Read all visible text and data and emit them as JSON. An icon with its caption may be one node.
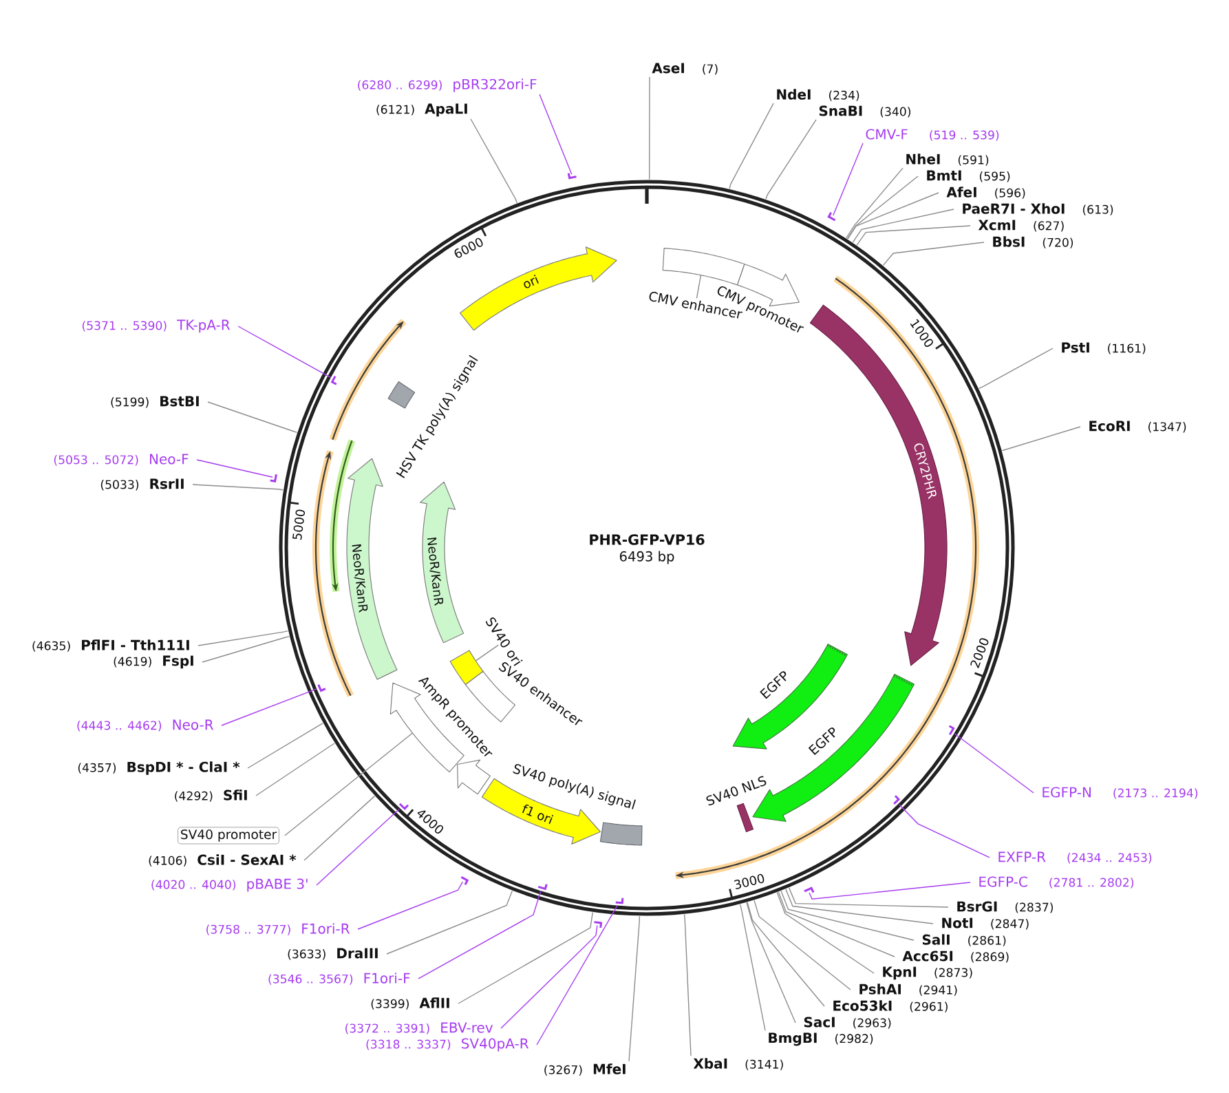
{
  "diagram": {
    "title": "PHR-GFP-VP16",
    "nodes": [
      {
        "text": [
          "AseI",
          "(7)"
        ]
      },
      {
        "text": [
          "NdeI",
          "(234)"
        ]
      },
      {
        "text": [
          "SnaBI",
          "(340)"
        ]
      },
      {
        "text": [
          "CMV-F",
          "(519 .. 539)"
        ]
      },
      {
        "text": [
          "NheI",
          "(591)"
        ]
      },
      {
        "text": [
          "BmtI",
          "(595)"
        ]
      },
      {
        "text": [
          "AfeI",
          "(596)"
        ]
      },
      {
        "text": [
          "PaeR7I - XhoI",
          "(613)"
        ]
      },
      {
        "text": [
          "XcmI",
          "(627)"
        ]
      },
      {
        "text": [
          "BbsI",
          "(720)"
        ]
      },
      {
        "text": [
          "PstI",
          "(1161)"
        ]
      },
      {
        "text": [
          "EcoRI",
          "(1347)"
        ]
      },
      {
        "text": [
          "EGFP-N",
          "(2173 .. 2194)"
        ]
      },
      {
        "text": [
          "EXFP-R",
          "(2434 .. 2453)"
        ]
      },
      {
        "text": [
          "EGFP-C",
          "(2781 .. 2802)"
        ]
      },
      {
        "text": [
          "BsrGI",
          "(2837)"
        ]
      },
      {
        "text": [
          "NotI",
          "(2847)"
        ]
      },
      {
        "text": [
          "SalI",
          "(2861)"
        ]
      },
      {
        "text": [
          "Acc65I",
          "(2869)"
        ]
      },
      {
        "text": [
          "KpnI",
          "(2873)"
        ]
      },
      {
        "text": [
          "PshAI",
          "(2941)"
        ]
      },
      {
        "text": [
          "Eco53kI",
          "(2961)"
        ]
      },
      {
        "text": [
          "SacI",
          "(2963)"
        ]
      },
      {
        "text": [
          "BmgBI",
          "(2982)"
        ]
      },
      {
        "text": [
          "XbaI",
          "(3141)"
        ]
      },
      {
        "text": [
          "(3267)",
          "MfeI"
        ]
      },
      {
        "text": [
          "(3318 .. 3337)",
          "SV40pA-R"
        ]
      },
      {
        "text": [
          "(3372 .. 3391)",
          "EBV-rev"
        ]
      },
      {
        "text": [
          "(3399)",
          "AflII"
        ]
      },
      {
        "text": [
          "(3546 .. 3567)",
          "F1ori-F"
        ]
      },
      {
        "text": [
          "(3633)",
          "DraIII"
        ]
      },
      {
        "text": [
          "(3758 .. 3777)",
          "F1ori-R"
        ]
      },
      {
        "text": [
          "(4020 .. 4040)",
          "pBABE 3'"
        ]
      },
      {
        "text": [
          "(4106)",
          "CsiI - SexAI *"
        ]
      },
      {
        "text": [
          "SV40 promoter"
        ]
      },
      {
        "text": [
          "(4292)",
          "SfiI"
        ]
      },
      {
        "text": [
          "(4357)",
          "BspDI * - ClaI *"
        ]
      },
      {
        "text": [
          "(4443 .. 4462)",
          "Neo-R"
        ]
      },
      {
        "text": [
          "(4619)",
          "FspI"
        ]
      },
      {
        "text": [
          "(4635)",
          "PflFI - Tth111I"
        ]
      },
      {
        "text": [
          "(5033)",
          "RsrII"
        ]
      },
      {
        "text": [
          "(5053 .. 5072)",
          "Neo-F"
        ]
      },
      {
        "text": [
          "(5199)",
          "BstBI"
        ]
      },
      {
        "text": [
          "(5371 .. 5390)",
          "TK-pA-R"
        ]
      },
      {
        "text": [
          "(6121)",
          "ApaLI"
        ]
      },
      {
        "text": [
          "(6280 .. 6299)",
          "pBR322ori-F"
        ]
      },
      {
        "text": [],
        "shape": "circle"
      },
      {
        "text": [],
        "shape": "box",
        "in": 46
      },
      {
        "text": [
          "CMV enhancer"
        ],
        "in": 46
      },
      {
        "text": [
          "CMV promoter"
        ],
        "in": 46
      },
      {
        "text": [
          "CRY2PHR"
        ],
        "in": 46
      },
      {
        "text": [
          "EGFP"
        ],
        "in": 46
      },
      {
        "text": [
          "EGFP"
        ],
        "in": 46
      },
      {
        "text": [
          "SV40 NLS"
        ],
        "in": 46
      },
      {
        "text": [
          "SV40 poly(A) signal"
        ],
        "in": 46
      },
      {
        "text": [
          "f1 ori"
        ],
        "in": 46
      },
      {
        "text": [
          "AmpR promoter"
        ],
        "in": 46
      },
      {
        "text": [
          "SV40 enhancer"
        ],
        "in": 46
      },
      {
        "text": [],
        "shape": "box",
        "in": 46
      },
      {
        "text": [
          "SV40 ori"
        ],
        "in": 46
      },
      {
        "text": [
          "NeoR/KanR"
        ],
        "in": 46
      },
      {
        "text": [
          "NeoR/KanR"
        ],
        "in": 46
      },
      {
        "text": [
          "HSV TK poly(A) signal"
        ],
        "in": 46
      },
      {
        "text": [
          "ori"
        ],
        "in": 46
      },
      {
        "text": [],
        "shape": "arrow",
        "in": 46
      },
      {
        "text": [],
        "shape": "bar",
        "in": 46
      },
      {
        "text": [],
        "shape": "bar",
        "in": 46
      },
      {
        "text": [],
        "shape": "bar",
        "in": 46
      },
      {
        "text": [],
        "shape": "bar",
        "in": 46
      },
      {
        "text": [],
        "shape": "bar",
        "in": 46
      },
      {
        "text": [],
        "shape": "bar"
      },
      {
        "text": [],
        "shape": "bar",
        "in": 46
      },
      {
        "text": [],
        "shape": "bar",
        "in": 46
      },
      {
        "text": [],
        "shape": "bar",
        "in": 46
      },
      {
        "text": [],
        "shape": "bar",
        "in": 46
      },
      {
        "text": [],
        "shape": "bar"
      },
      {
        "text": [],
        "shape": "bar",
        "in": 46
      },
      {
        "text": [],
        "shape": "bar"
      }
    ],
    "edges": [
      {
        "from": 0,
        "to": 46,
        "arrow": "none"
      },
      {
        "from": 1,
        "to": 46,
        "arrow": "none"
      },
      {
        "from": 2,
        "to": 46,
        "arrow": "none"
      },
      {
        "from": 3,
        "to": 65,
        "arrow": "none",
        "color": "#a63cf0"
      },
      {
        "from": 4,
        "to": 46,
        "arrow": "none"
      },
      {
        "from": 5,
        "to": 46,
        "arrow": "none"
      },
      {
        "from": 6,
        "to": 46,
        "arrow": "none"
      },
      {
        "from": 7,
        "to": 46,
        "arrow": "none"
      },
      {
        "from": 8,
        "to": 46,
        "arrow": "none"
      },
      {
        "from": 9,
        "to": 46,
        "arrow": "none"
      },
      {
        "from": 10,
        "to": 46,
        "arrow": "none"
      },
      {
        "from": 11,
        "to": 46,
        "arrow": "none"
      },
      {
        "from": 12,
        "to": 66,
        "arrow": "none",
        "color": "#a63cf0"
      },
      {
        "from": 13,
        "to": 67,
        "arrow": "none",
        "color": "#a63cf0"
      },
      {
        "from": 14,
        "to": 68,
        "arrow": "none",
        "color": "#a63cf0"
      },
      {
        "from": 15,
        "to": 46,
        "arrow": "none"
      },
      {
        "from": 16,
        "to": 46,
        "arrow": "none"
      },
      {
        "from": 17,
        "to": 46,
        "arrow": "none"
      },
      {
        "from": 18,
        "to": 46,
        "arrow": "none"
      },
      {
        "from": 19,
        "to": 46,
        "arrow": "none"
      },
      {
        "from": 20,
        "to": 46,
        "arrow": "none"
      },
      {
        "from": 21,
        "to": 46,
        "arrow": "none"
      },
      {
        "from": 22,
        "to": 46,
        "arrow": "none"
      },
      {
        "from": 23,
        "to": 46,
        "arrow": "none"
      },
      {
        "from": 24,
        "to": 46,
        "arrow": "none"
      },
      {
        "from": 25,
        "to": 46,
        "arrow": "none"
      },
      {
        "from": 26,
        "to": 69,
        "arrow": "none",
        "color": "#a63cf0"
      },
      {
        "from": 27,
        "to": 70,
        "arrow": "none",
        "color": "#a63cf0"
      },
      {
        "from": 28,
        "to": 46,
        "arrow": "none"
      },
      {
        "from": 29,
        "to": 71,
        "arrow": "none",
        "color": "#a63cf0"
      },
      {
        "from": 30,
        "to": 46,
        "arrow": "none"
      },
      {
        "from": 31,
        "to": 72,
        "arrow": "none",
        "color": "#a63cf0"
      },
      {
        "from": 32,
        "to": 73,
        "arrow": "none",
        "color": "#a63cf0"
      },
      {
        "from": 33,
        "to": 46,
        "arrow": "none"
      },
      {
        "from": 34,
        "to": 64,
        "arrow": "none"
      },
      {
        "from": 35,
        "to": 46,
        "arrow": "none"
      },
      {
        "from": 36,
        "to": 46,
        "arrow": "none"
      },
      {
        "from": 37,
        "to": 74,
        "arrow": "none",
        "color": "#a63cf0"
      },
      {
        "from": 38,
        "to": 46,
        "arrow": "none"
      },
      {
        "from": 39,
        "to": 46,
        "arrow": "none"
      },
      {
        "from": 40,
        "to": 46,
        "arrow": "none"
      },
      {
        "from": 41,
        "to": 75,
        "arrow": "none",
        "color": "#a63cf0"
      },
      {
        "from": 42,
        "to": 46,
        "arrow": "none"
      },
      {
        "from": 43,
        "to": 76,
        "arrow": "none",
        "color": "#a63cf0"
      },
      {
        "from": 44,
        "to": 46,
        "arrow": "none"
      },
      {
        "from": 45,
        "to": 77,
        "arrow": "none",
        "color": "#a63cf0"
      },
      {
        "from": 48,
        "to": 47,
        "arrow": "none"
      },
      {
        "from": 59,
        "to": 58,
        "arrow": "none"
      }
    ],
    "labels": [
      "6493 bp",
      "1000",
      "2000",
      "3000",
      "4000",
      "5000",
      "6000"
    ]
  }
}
